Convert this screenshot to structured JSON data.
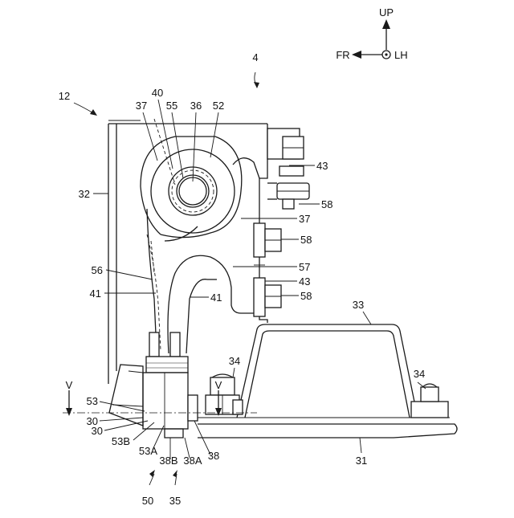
{
  "orientation": {
    "up": "UP",
    "front": "FR",
    "left": "LH"
  },
  "labels": {
    "l4": "4",
    "l12": "12",
    "l40": "40",
    "l37a": "37",
    "l55": "55",
    "l36": "36",
    "l52": "52",
    "l43a": "43",
    "l58a": "58",
    "l32": "32",
    "l37b": "37",
    "l58b": "58",
    "l56": "56",
    "l57": "57",
    "l43b": "43",
    "l41a": "41",
    "l41b": "41",
    "l58c": "58",
    "l33": "33",
    "l34a": "34",
    "l34b": "34",
    "lV1": "V",
    "lV2": "V",
    "l53": "53",
    "l30a": "30",
    "l30b": "30",
    "l53B": "53B",
    "l53A": "53A",
    "l38B": "38B",
    "l38A": "38A",
    "l38": "38",
    "l31": "31",
    "l50": "50",
    "l35": "35"
  }
}
